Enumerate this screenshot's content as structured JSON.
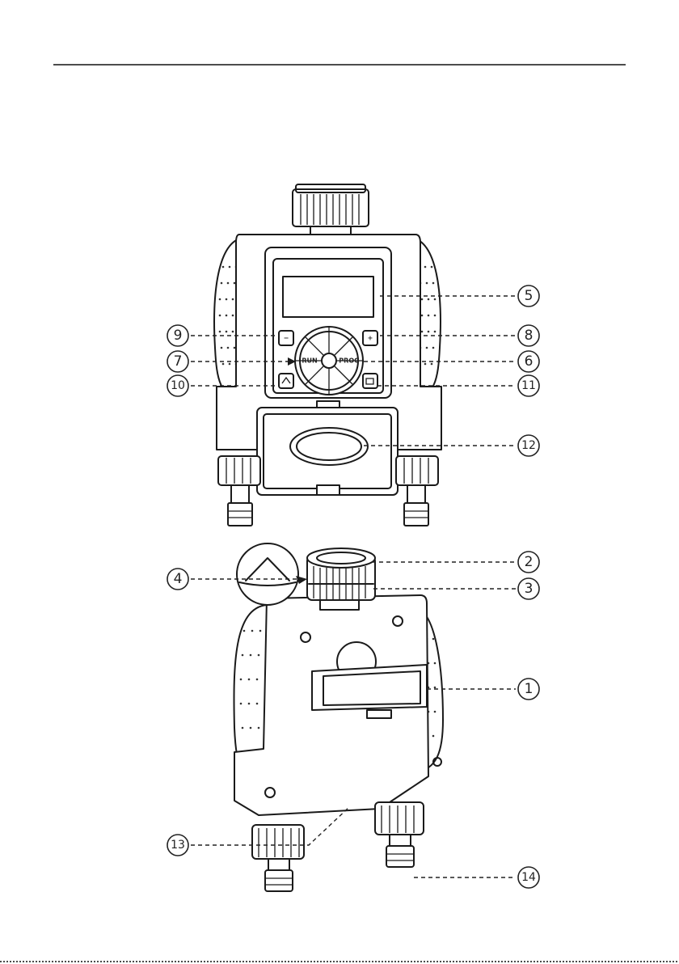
{
  "callouts": [
    {
      "id": "c1",
      "label": "1"
    },
    {
      "id": "c2",
      "label": "2"
    },
    {
      "id": "c3",
      "label": "3"
    },
    {
      "id": "c4",
      "label": "4"
    },
    {
      "id": "c5",
      "label": "5"
    },
    {
      "id": "c6",
      "label": "6"
    },
    {
      "id": "c7",
      "label": "7"
    },
    {
      "id": "c8",
      "label": "8"
    },
    {
      "id": "c9",
      "label": "9"
    },
    {
      "id": "c10",
      "label": "10"
    },
    {
      "id": "c11",
      "label": "11"
    },
    {
      "id": "c12",
      "label": "12"
    },
    {
      "id": "c13",
      "label": "13"
    },
    {
      "id": "c14",
      "label": "14"
    }
  ],
  "buttons": {
    "run": "RUN",
    "prog": "PROG",
    "minus": "−",
    "plus": "+"
  },
  "colors": {
    "ink": "#1a1a1a",
    "paper": "#ffffff"
  }
}
